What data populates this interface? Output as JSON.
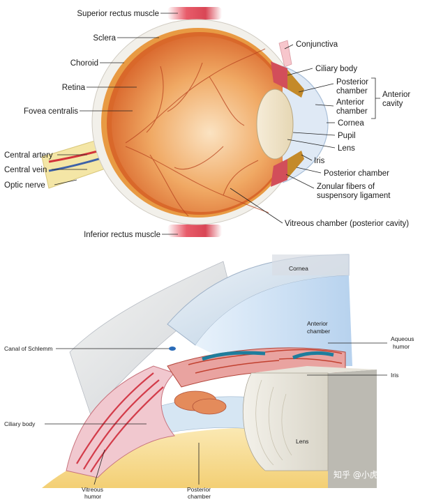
{
  "top": {
    "labels": {
      "superior_rectus": "Superior rectus muscle",
      "sclera": "Sclera",
      "choroid": "Choroid",
      "retina": "Retina",
      "fovea": "Fovea centralis",
      "central_artery": "Central artery",
      "central_vein": "Central vein",
      "optic_nerve": "Optic nerve",
      "inferior_rectus": "Inferior rectus muscle",
      "conjunctiva": "Conjunctiva",
      "ciliary_body": "Ciliary body",
      "posterior_chamber_1": "Posterior",
      "posterior_chamber_2": "chamber",
      "anterior_chamber_1": "Anterior",
      "anterior_chamber_2": "chamber",
      "anterior_cavity_1": "Anterior",
      "anterior_cavity_2": "cavity",
      "cornea": "Cornea",
      "pupil": "Pupil",
      "lens": "Lens",
      "iris": "Iris",
      "posterior_chamber_b": "Posterior chamber",
      "zonular_1": "Zonular fibers of",
      "zonular_2": "suspensory ligament",
      "vitreous": "Vitreous chamber (posterior cavity)"
    }
  },
  "bottom": {
    "labels": {
      "cornea": "Cornea",
      "anterior_chamber_1": "Anterior",
      "anterior_chamber_2": "chamber",
      "aqueous_1": "Aqueous",
      "aqueous_2": "humor",
      "canal": "Canal of Schlemm",
      "iris": "Iris",
      "ciliary_body": "Ciliary body",
      "lens": "Lens",
      "vitreous_1": "Vitreous",
      "vitreous_2": "humor",
      "posterior_1": "Posterior",
      "posterior_2": "chamber"
    },
    "watermark": "知乎 @小虎纸"
  },
  "colors": {
    "sclera": "#f3f1ec",
    "choroid": "#e7a043",
    "retina_inner": "#e0742c",
    "vitreous_light": "#f8d8b0",
    "muscle": "#e05060",
    "nerve": "#f0de80",
    "cornea_blue": "#d7e9f6",
    "iris_red": "#d4553a"
  }
}
